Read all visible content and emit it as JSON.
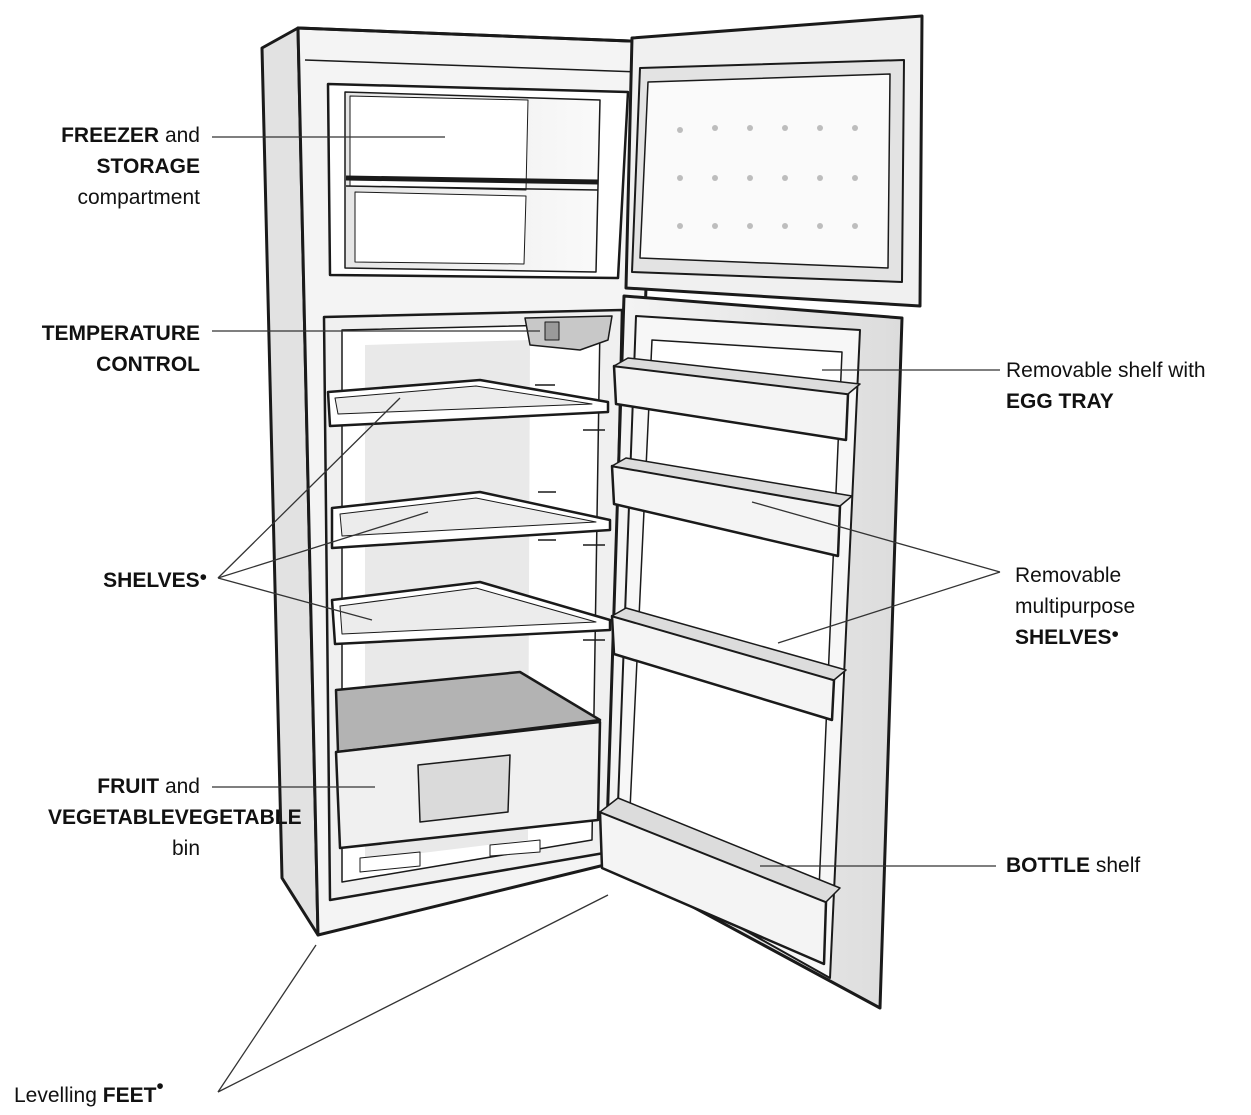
{
  "labels": {
    "freezer": {
      "line1_bold": "FREEZER",
      "line1_rest": "and",
      "line2_bold": "STORAGE",
      "line3": "compartment"
    },
    "temperature": {
      "line1_bold": "TEMPERATURE",
      "line2_bold": "CONTROL"
    },
    "shelves": {
      "bold": "SHELVES",
      "bullet": "•"
    },
    "fruit": {
      "line1_bold": "FRUIT",
      "line1_rest": "and",
      "line2_bold": "VEGETABLEVEGETABLE",
      "line3": "bin"
    },
    "feet": {
      "prefix": "Levelling",
      "bold": "FEET",
      "bullet": "•"
    },
    "egg": {
      "line1": "Removable shelf with",
      "line2_bold": "EGG TRAY"
    },
    "multipurpose": {
      "line1": "Removable",
      "line2": "multipurpose",
      "line3_bold": "SHELVES",
      "bullet": "•"
    },
    "bottle": {
      "bold": "BOTTLE",
      "rest": "shelf"
    }
  },
  "colors": {
    "outline": "#1a1a1a",
    "shade": "#d9d9d9",
    "light_shade": "#ececec",
    "text": "#111111"
  }
}
